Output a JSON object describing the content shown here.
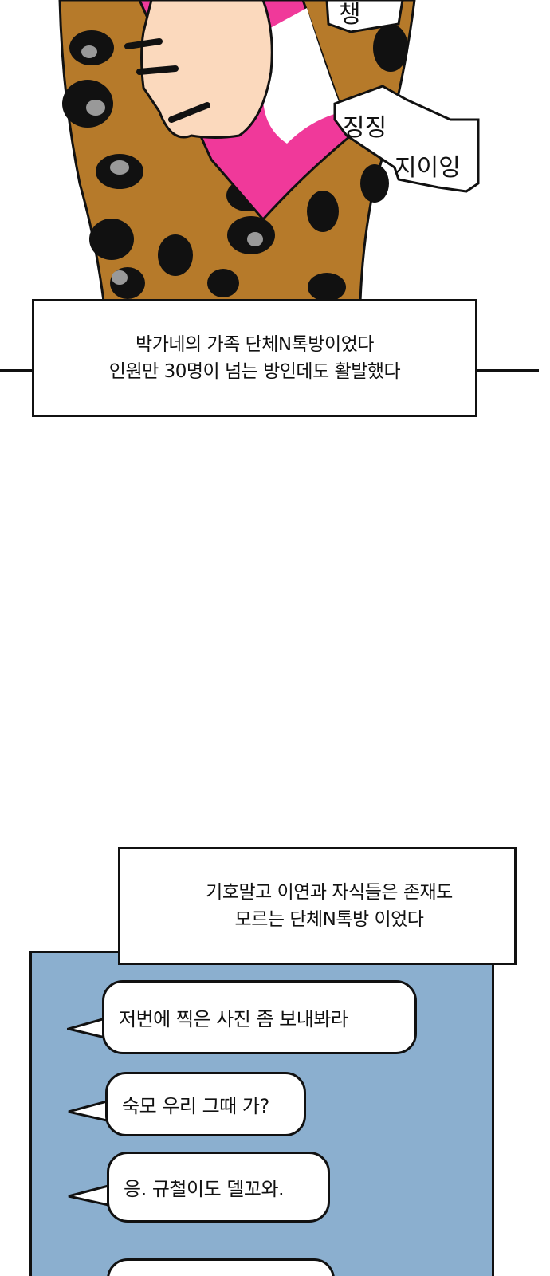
{
  "illustration": {
    "sfx": [
      "징징",
      "지이잉",
      "챙"
    ]
  },
  "narration_1": {
    "lines": [
      "박가네의 가족 단체N톡방이었다",
      "인원만 30명이 넘는 방인데도 활발했다"
    ]
  },
  "narration_2": {
    "lines": [
      "기호말고 이연과 자식들은 존재도",
      "모르는 단체N톡방 이었다"
    ]
  },
  "chat": {
    "background": "#8bafcf",
    "messages": [
      {
        "text": "저번에 찍은 사진 좀 보내봐라"
      },
      {
        "text": "숙모 우리 그때 가?"
      },
      {
        "text": "응. 규철이도 델꼬와."
      },
      {
        "text": ""
      }
    ]
  }
}
